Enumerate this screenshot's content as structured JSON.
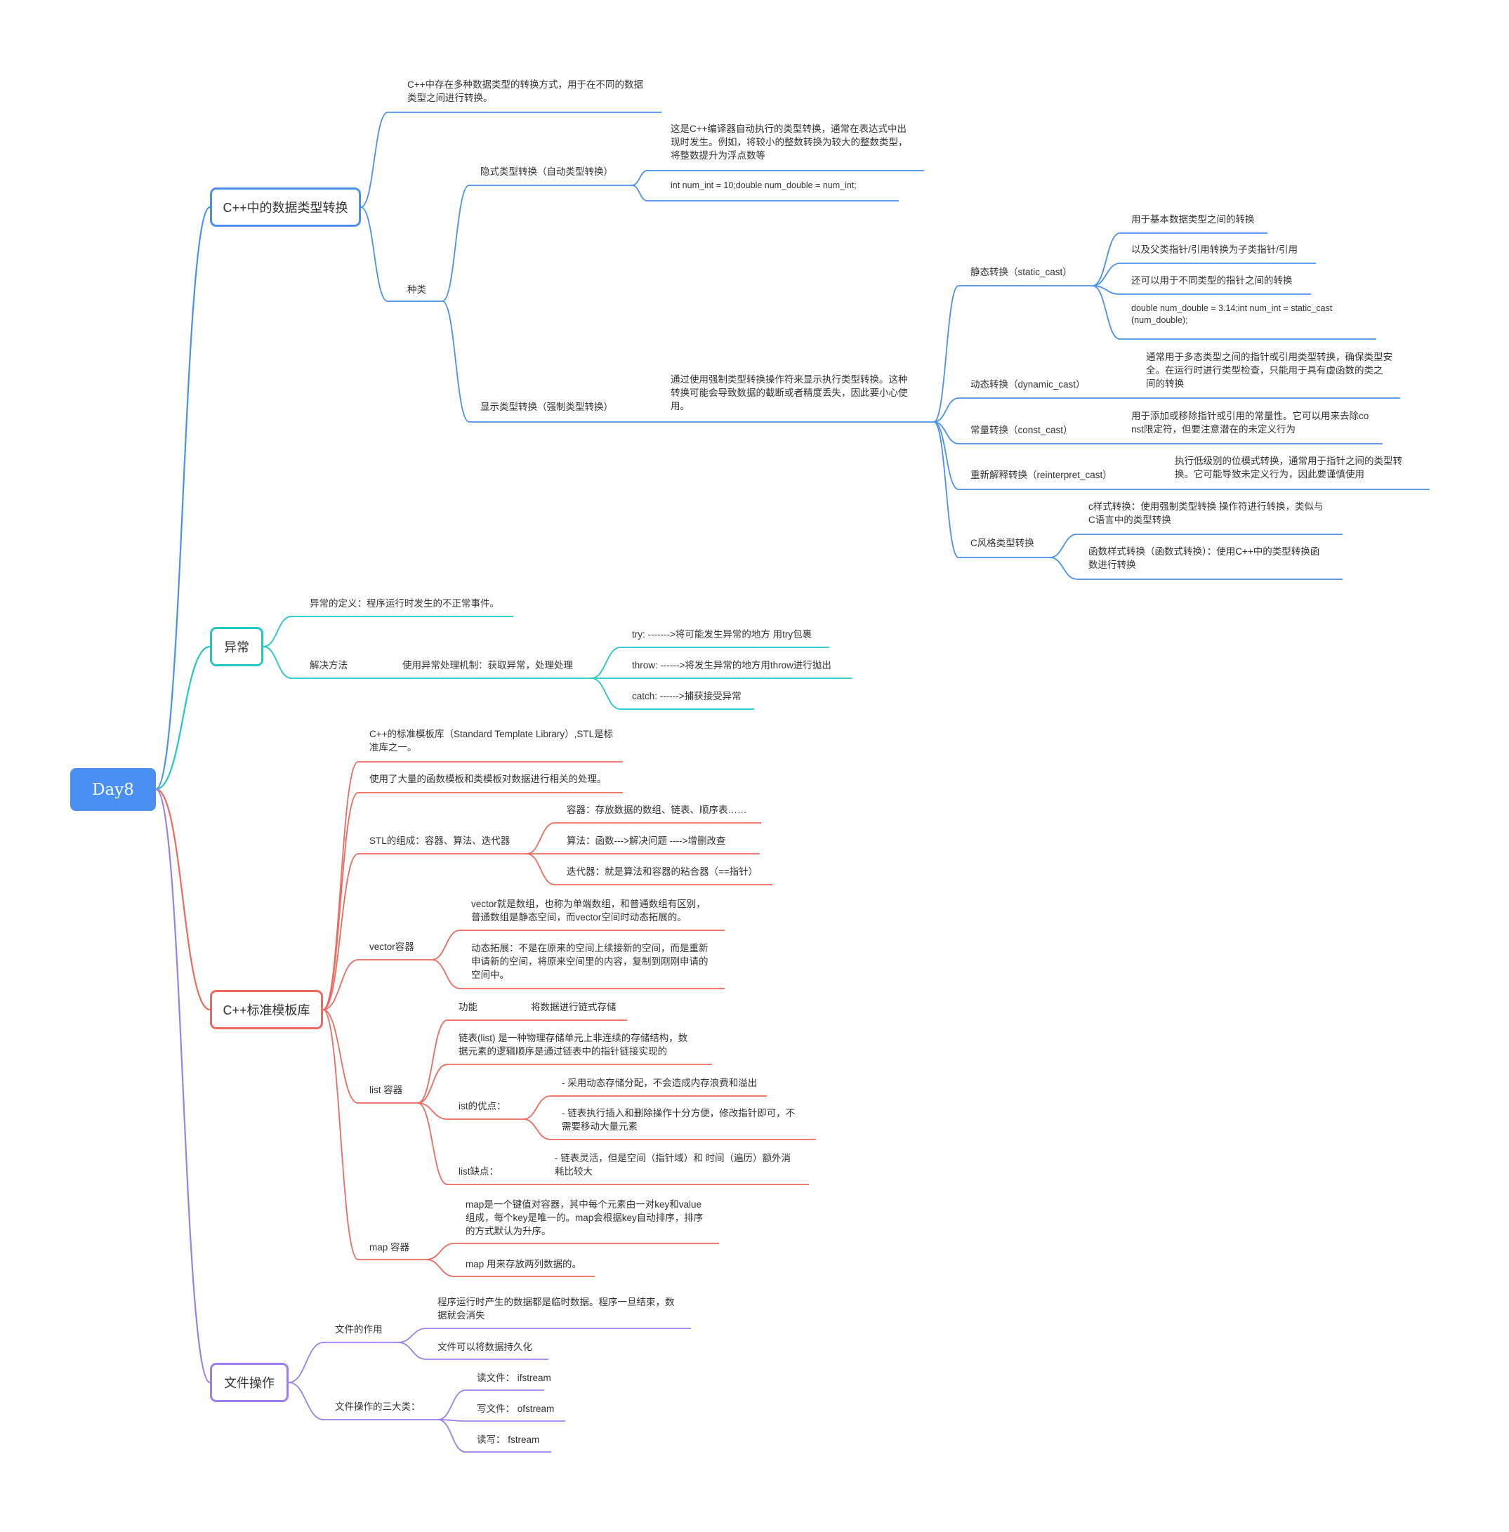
{
  "colors": {
    "blue": "#4a90f2",
    "teal": "#21c7c4",
    "red": "#f0695e",
    "purple": "#9b7ff0",
    "root_bg": "#4a90f2"
  },
  "root": "Day8",
  "b1": {
    "title": "C++中的数据类型转换",
    "desc": [
      "C++中存在多种数据类型的转换方式，用于在不同的数据",
      "类型之间进行转换。"
    ],
    "kinds": "种类",
    "implicit": {
      "label": "隐式类型转换（自动类型转换）",
      "desc": [
        "这是C++编译器自动执行的类型转换，通常在表达式中出",
        "现时发生。例如，将较小的整数转换为较大的整数类型，",
        "将整数提升为浮点数等"
      ],
      "code": "int num_int = 10;double num_double = num_int;"
    },
    "explicit": {
      "label": "显示类型转换（强制类型转换）",
      "desc": [
        "通过使用强制类型转换操作符来显示执行类型转换。这种",
        "转换可能会导致数据的截断或者精度丢失，因此要小心使",
        "用。"
      ],
      "static": {
        "label": "静态转换（static_cast）",
        "items": [
          "用于基本数据类型之间的转换",
          "以及父类指针/引用转换为子类指针/引用",
          "还可以用于不同类型的指针之间的转换"
        ],
        "code": [
          "double num_double = 3.14;int num_int = static_cast",
          "(num_double);"
        ]
      },
      "dynamic": {
        "label": "动态转换（dynamic_cast）",
        "desc": [
          "通常用于多态类型之间的指针或引用类型转换，确保类型安",
          "全。在运行时进行类型检查，只能用于具有虚函数的类之",
          "间的转换"
        ]
      },
      "const": {
        "label": "常量转换（const_cast）",
        "desc": [
          "用于添加或移除指针或引用的常量性。它可以用来去除co",
          "nst限定符，但要注意潜在的未定义行为"
        ]
      },
      "reinterpret": {
        "label": "重新解释转换（reinterpret_cast）",
        "desc": [
          "执行低级别的位模式转换，通常用于指针之间的类型转",
          "换。它可能导致未定义行为，因此要谨慎使用"
        ]
      },
      "cstyle": {
        "label": "C风格类型转换",
        "items": [
          [
            "c样式转换：使用强制类型转换 操作符进行转换，类似与",
            "C语言中的类型转换"
          ],
          [
            "函数样式转换（函数式转换）：使用C++中的类型转换函",
            "数进行转换"
          ]
        ]
      }
    }
  },
  "b2": {
    "title": "异常",
    "def": "异常的定义：程序运行时发生的不正常事件。",
    "solve": "解决方法",
    "mech": "使用异常处理机制：获取异常，处理处理",
    "items": [
      "try: ------->将可能发生异常的地方 用try包裹",
      "throw: ------>将发生异常的地方用throw进行抛出",
      "catch: ------>捕获接受异常"
    ]
  },
  "b3": {
    "title": "C++标准模板库",
    "intro": [
      "C++的标准模板库（Standard Template Library）,STL是标",
      "准库之一。"
    ],
    "impl": "使用了大量的函数模板和类模板对数据进行相关的处理。",
    "comp": {
      "label": "STL的组成：容器、算法、迭代器",
      "items": [
        "容器：存放数据的数组、链表、顺序表……",
        "算法：函数--->解决问题 ---->增删改查",
        "迭代器：就是算法和容器的粘合器（==指针）"
      ]
    },
    "vector": {
      "label": "vector容器",
      "items": [
        [
          "vector就是数组，也称为单端数组，和普通数组有区别，",
          "普通数组是静态空间，而vector空间时动态拓展的。"
        ],
        [
          "动态拓展：不是在原来的空间上续接新的空间，而是重新",
          "申请新的空间，将原来空间里的内容，复制到刚刚申请的",
          "空间中。"
        ]
      ]
    },
    "list": {
      "label": "list 容器",
      "func": "功能",
      "func_desc": "将数据进行链式存储",
      "def": [
        "链表(list) 是一种物理存储单元上非连续的存储结构，数",
        "据元素的逻辑顺序是通过链表中的指针链接实现的"
      ],
      "pros_label": "ist的优点：",
      "pros": [
        [
          "- 采用动态存储分配，不会造成内存浪费和溢出"
        ],
        [
          "- 链表执行插入和删除操作十分方便，修改指针即可，不",
          "需要移动大量元素"
        ]
      ],
      "cons_label": "list缺点：",
      "cons": [
        "- 链表灵活，但是空间（指针域）和 时间（遍历）额外消",
        "耗比较大"
      ]
    },
    "map": {
      "label": "map 容器",
      "items": [
        [
          "map是一个键值对容器，其中每个元素由一对key和value",
          "组成，每个key是唯一的。map会根据key自动排序，排序",
          "的方式默认为升序。"
        ],
        [
          "map 用来存放两列数据的。"
        ]
      ]
    }
  },
  "b4": {
    "title": "文件操作",
    "role": {
      "label": "文件的作用",
      "items": [
        [
          "程序运行时产生的数据都是临时数据。程序一旦结束，数",
          "据就会消失"
        ],
        [
          "文件可以将数据持久化"
        ]
      ]
    },
    "three": {
      "label": "文件操作的三大类：",
      "items": [
        "读文件： ifstream",
        "写文件： ofstream",
        "读写： fstream"
      ]
    }
  }
}
